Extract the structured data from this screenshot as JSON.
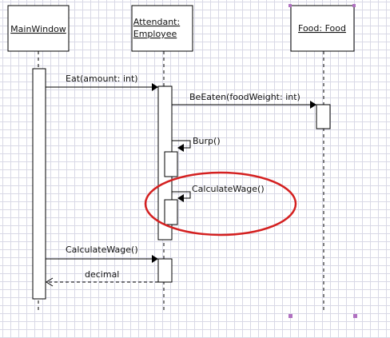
{
  "participants": [
    {
      "id": "mainwindow",
      "lines": [
        "MainWindow"
      ]
    },
    {
      "id": "attendant",
      "lines": [
        "Attendant:",
        "Employee"
      ]
    },
    {
      "id": "food",
      "lines": [
        "Food: Food"
      ]
    }
  ],
  "messages": [
    {
      "id": "eat",
      "label": "Eat(amount: int)",
      "kind": "sync"
    },
    {
      "id": "be-eaten",
      "label": "BeEaten(foodWeight: int)",
      "kind": "sync"
    },
    {
      "id": "burp",
      "label": "Burp()",
      "kind": "self"
    },
    {
      "id": "calculate-wage-self",
      "label": "CalculateWage()",
      "kind": "self"
    },
    {
      "id": "calculate-wage",
      "label": "CalculateWage()",
      "kind": "sync"
    },
    {
      "id": "decimal-return",
      "label": "decimal",
      "kind": "return"
    }
  ],
  "colors": {
    "line": "#000000",
    "highlight_ellipse": "#d42020",
    "handle": "#b070c0",
    "grid": "#d9d9e6"
  }
}
